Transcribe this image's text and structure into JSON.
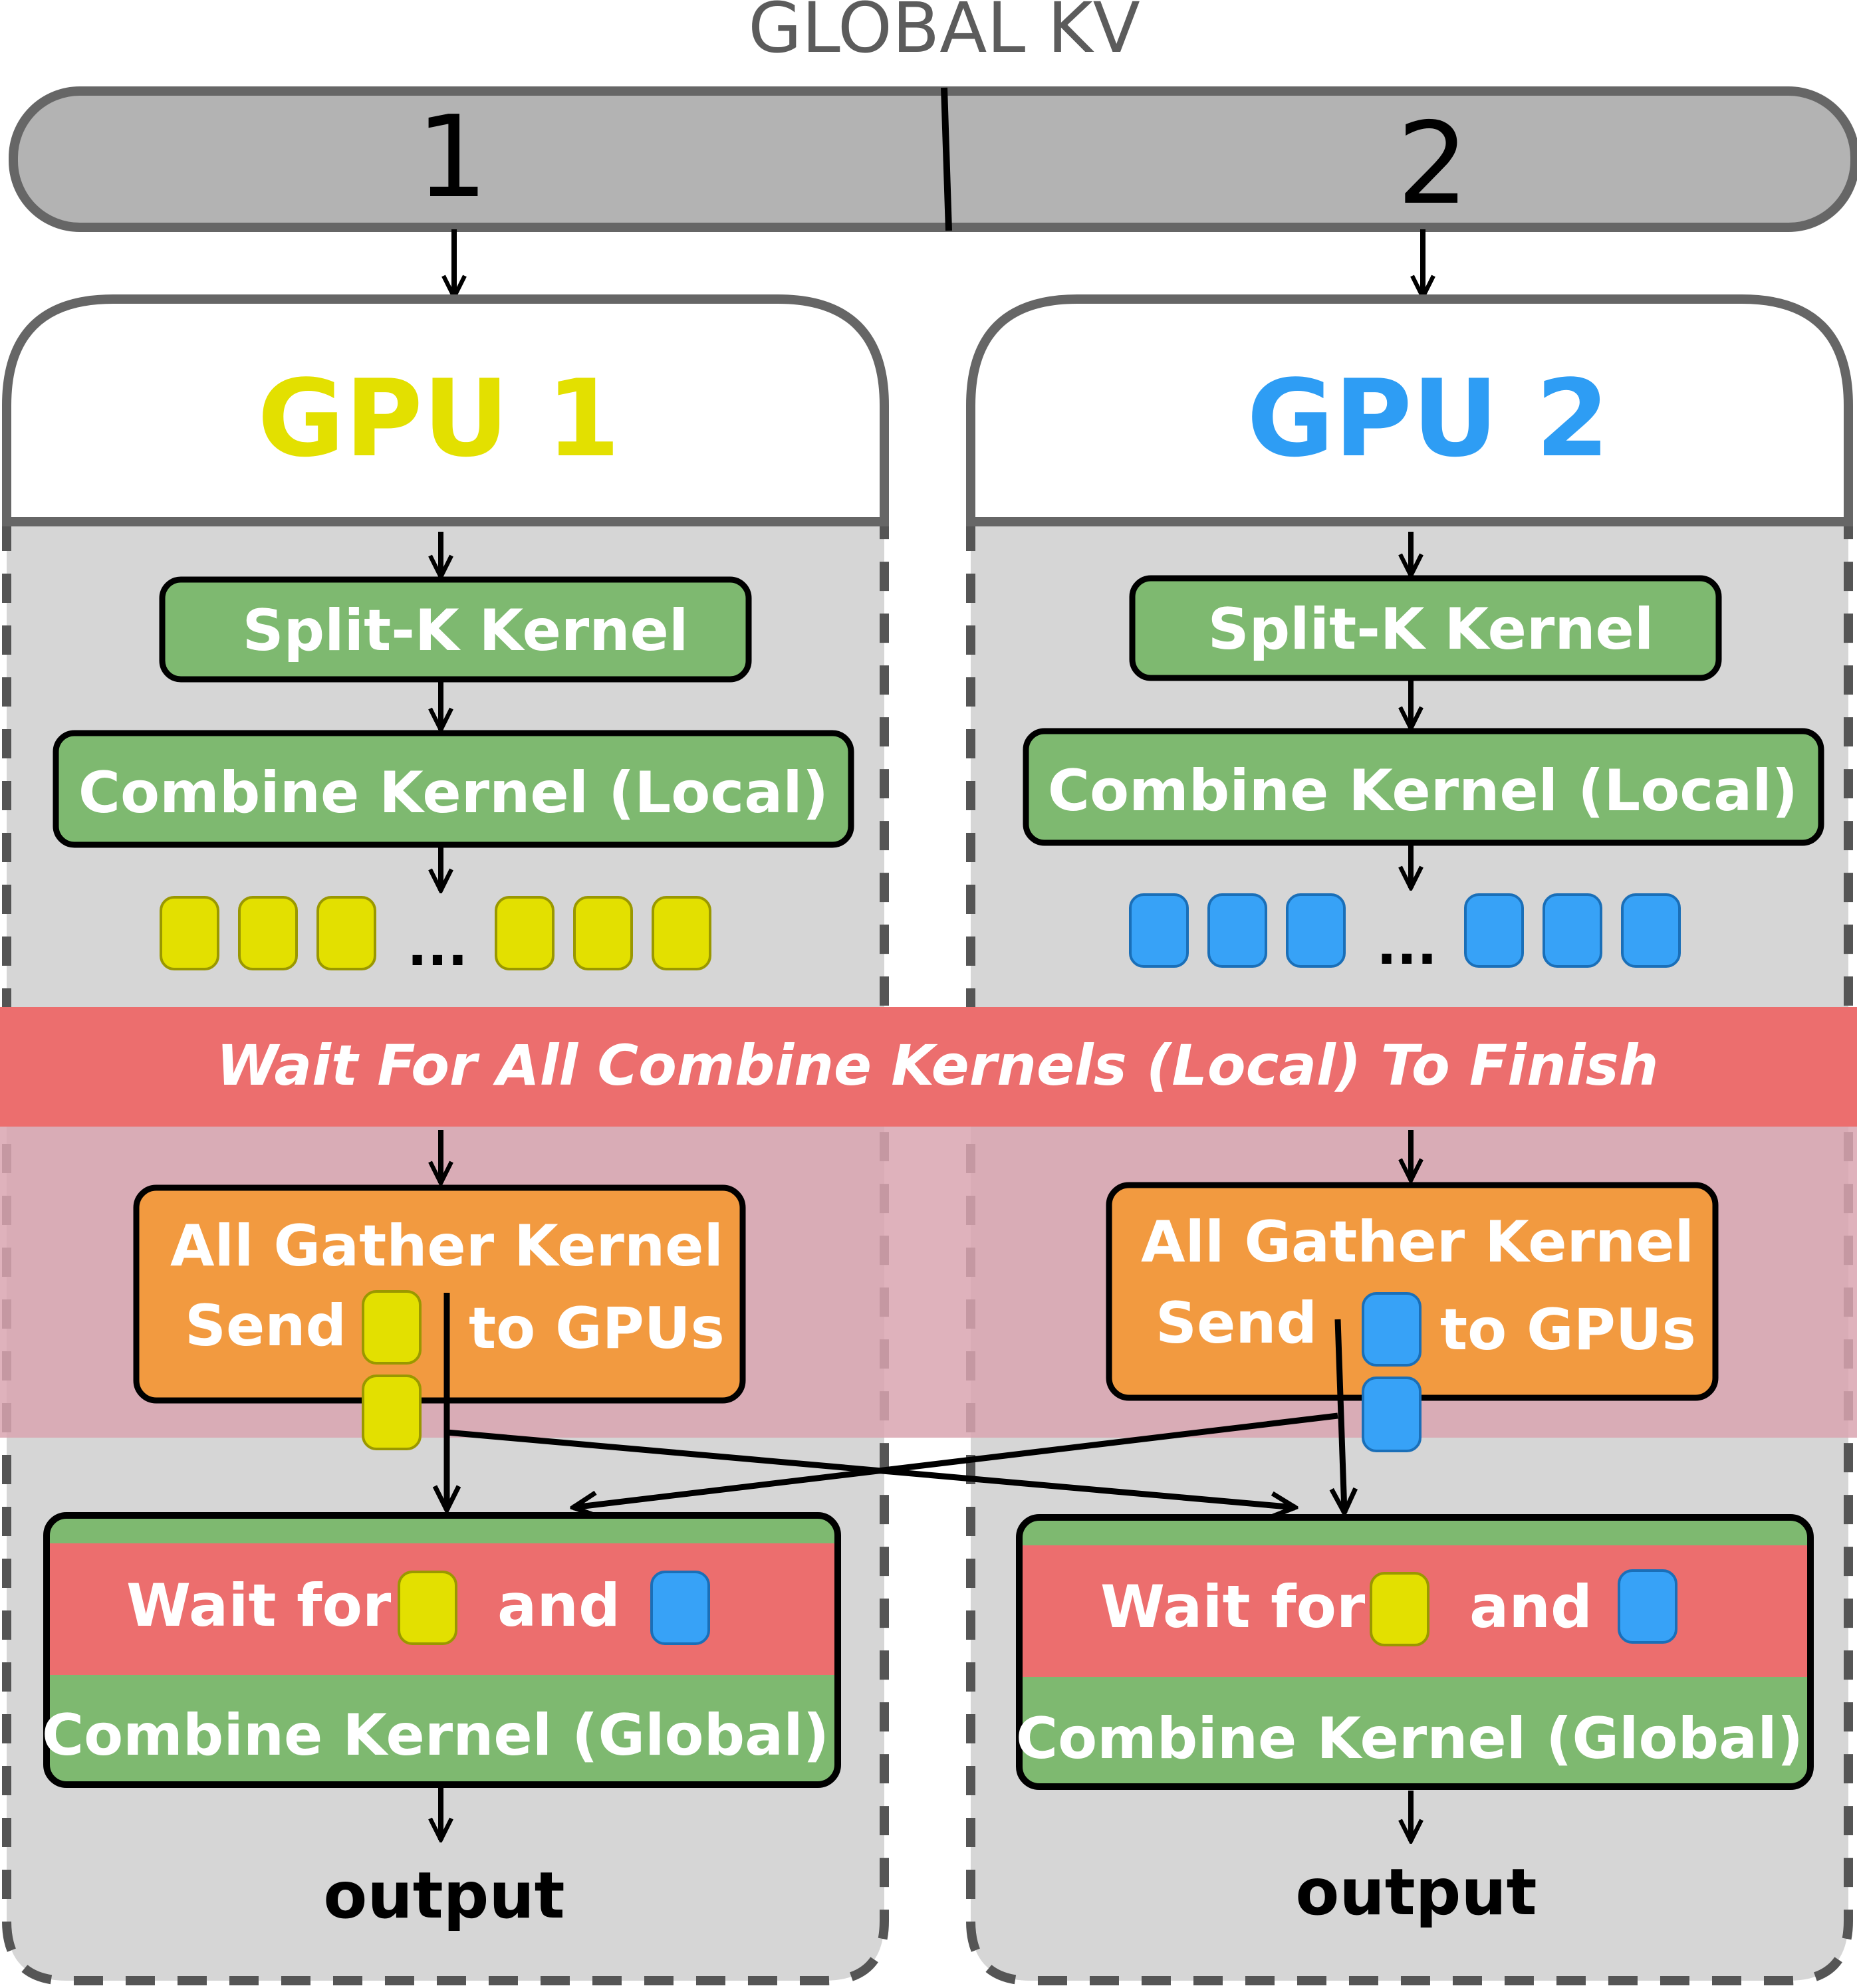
{
  "global_kv": {
    "label": "GLOBAL KV",
    "segments": [
      "1",
      "2"
    ]
  },
  "gpus": [
    {
      "title": "GPU 1",
      "title_color": "#E3E000",
      "chunk_color": "#E3E000",
      "split_k_label": "Split-K Kernel",
      "combine_local_label": "Combine Kernel (Local)",
      "ellipsis": "...",
      "all_gather_line1": "All Gather Kernel",
      "send_word": "Send",
      "to_gpus_word": "to GPUs",
      "wait_for_word": "Wait for",
      "and_word": "and",
      "combine_global_label": "Combine Kernel (Global)",
      "output_label": "output"
    },
    {
      "title": "GPU 2",
      "title_color": "#2E9DF4",
      "chunk_color": "#37A2F7",
      "split_k_label": "Split-K Kernel",
      "combine_local_label": "Combine Kernel (Local)",
      "ellipsis": "...",
      "all_gather_line1": "All Gather Kernel",
      "send_word": "Send",
      "to_gpus_word": "to GPUs",
      "wait_for_word": "Wait for",
      "and_word": "and",
      "combine_global_label": "Combine Kernel (Global)",
      "output_label": "output"
    }
  ],
  "barrier": {
    "label": "Wait For All Combine Kernels (Local) To Finish"
  },
  "colors": {
    "kernel_green": "#7EB970",
    "all_gather_orange": "#F29A40",
    "barrier_red": "#EC6E6E",
    "barrier_fade": "#D9A4B0",
    "gpu_body_gray": "#D6D6D6",
    "global_kv_gray": "#B3B3B3",
    "outline_gray": "#666666"
  }
}
